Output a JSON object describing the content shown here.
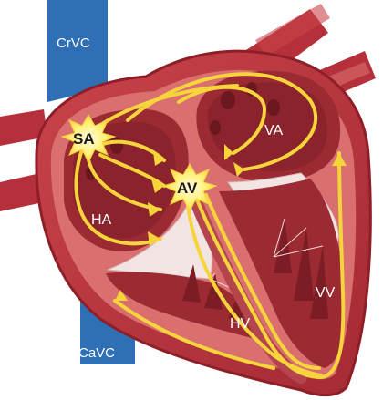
{
  "labels": {
    "crvc": "CrVC",
    "cavc": "CaVC",
    "sa": "SA",
    "av": "AV",
    "ha": "HA",
    "va": "VA",
    "hv": "HV",
    "vv": "VV"
  },
  "colors": {
    "vena_cava": "#2e6fb6",
    "heart_outer": "#b8323a",
    "heart_wall": "#d96f6f",
    "chamber_dark": "#7c1d25",
    "chamber_mid": "#9b2a32",
    "conduction": "#f6d43c",
    "node_glow": "#fff27a",
    "valve": "#f3e4e4"
  }
}
